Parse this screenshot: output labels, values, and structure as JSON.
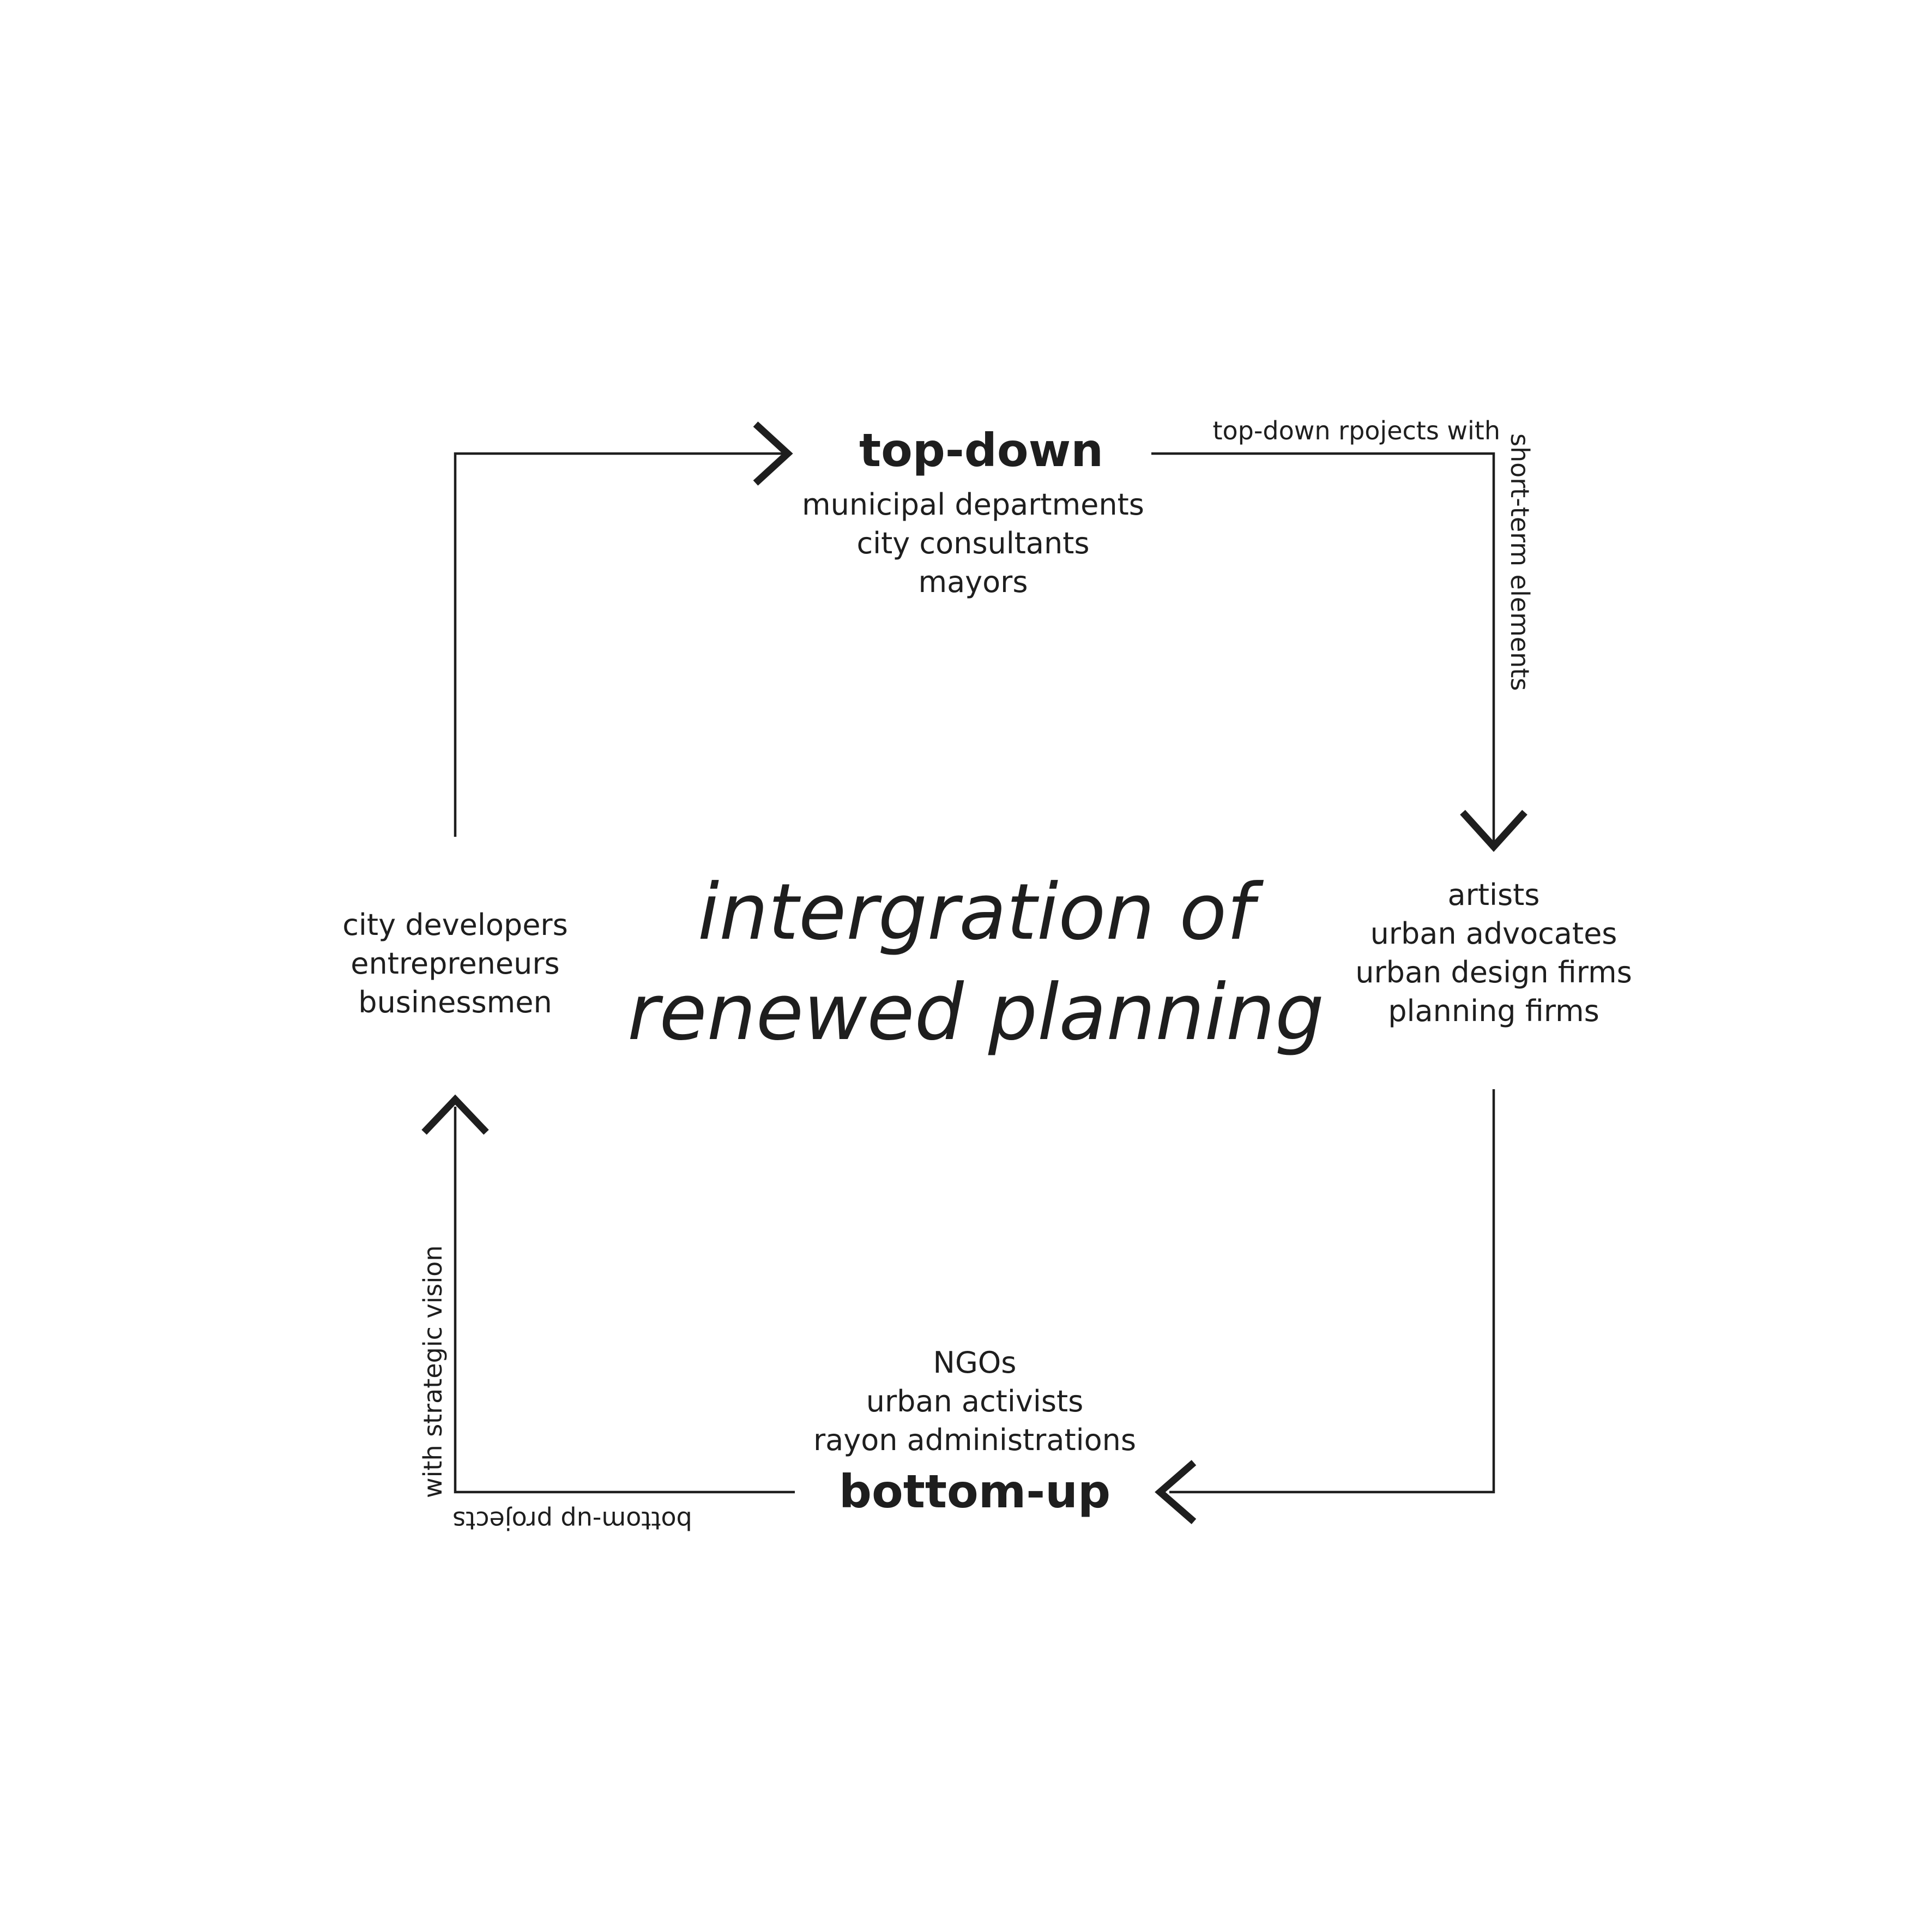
{
  "center_title": {
    "line1": "intergration of",
    "line2": "renewed planning"
  },
  "nodes": {
    "top": {
      "title": "top-down",
      "items": [
        "municipal departments",
        "city consultants",
        "mayors"
      ]
    },
    "right": {
      "items": [
        "artists",
        "urban advocates",
        "urban design firms",
        "planning firms"
      ]
    },
    "bottom": {
      "title": "bottom-up",
      "items": [
        "NGOs",
        "urban activists",
        "rayon administrations"
      ]
    },
    "left": {
      "items": [
        "city developers",
        "entrepreneurs",
        "businessmen"
      ]
    }
  },
  "edge_labels": {
    "top_right_horizontal": "top-down rpojects with",
    "top_right_vertical": "short-term elements",
    "bottom_left_horizontal": "bottom-up projects",
    "bottom_left_vertical": "with strategic vision"
  },
  "colors": {
    "ink": "#1e1e1e",
    "background": "#ffffff"
  }
}
